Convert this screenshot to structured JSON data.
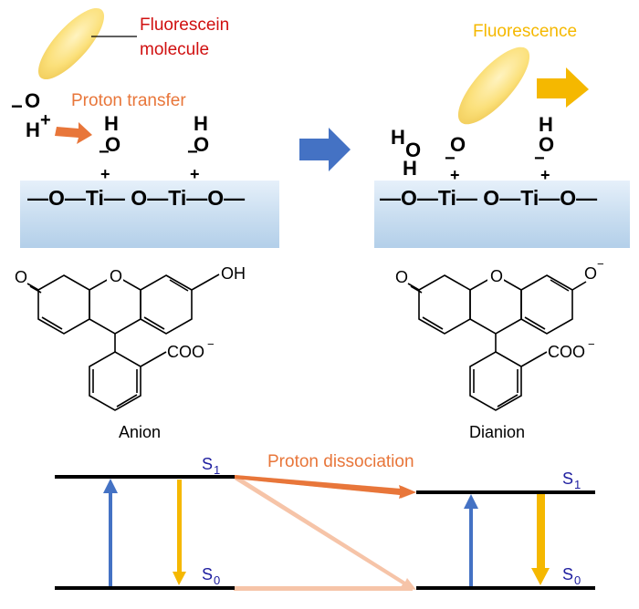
{
  "labels": {
    "fluorescein_line1": "Fluorescein",
    "fluorescein_line2": "molecule",
    "proton_transfer": "Proton transfer",
    "fluorescence": "Fluorescence",
    "proton_dissociation": "Proton dissociation",
    "anion": "Anion",
    "dianion": "Dianion"
  },
  "left_panel": {
    "free_o": "O",
    "free_o_minus": "−",
    "free_h": "H",
    "free_h_plus": "+",
    "surf_h1": "H",
    "surf_o1": "O",
    "surf_o1_minus": "−",
    "surf_plus1": "+",
    "surf_h2": "H",
    "surf_o2": "O",
    "surf_o2_minus": "−",
    "surf_plus2": "+",
    "chain": "—O—Ti— O—Ti—O—"
  },
  "right_panel": {
    "water_h1": "H",
    "water_o": "O",
    "water_h2": "H",
    "surf_o1": "O",
    "surf_o1_minus": "−",
    "surf_plus1": "+",
    "surf_h2": "H",
    "surf_o2": "O",
    "surf_o2_minus": "−",
    "surf_plus2": "+",
    "chain": "—O—Ti— O—Ti—O—"
  },
  "structures": {
    "keto_o": "O",
    "ring_o": "O",
    "oh": "OH",
    "o_minus": "O",
    "o_minus_sup": "−",
    "coo": "COO",
    "coo_sup": "−"
  },
  "energy": {
    "left_s1": "S",
    "left_s1_sub": "1",
    "left_s0": "S",
    "left_s0_sub": "0",
    "right_s1": "S",
    "right_s1_sub": "1",
    "right_s0": "S",
    "right_s0_sub": "0"
  },
  "colors": {
    "surface_blue": "#d5e6f5",
    "red_text": "#d01010",
    "orange": "#e8763a",
    "gold": "#f5b800",
    "arrow_blue": "#4472c4",
    "light_orange": "#f6c4a8",
    "navy": "#2020a0"
  }
}
